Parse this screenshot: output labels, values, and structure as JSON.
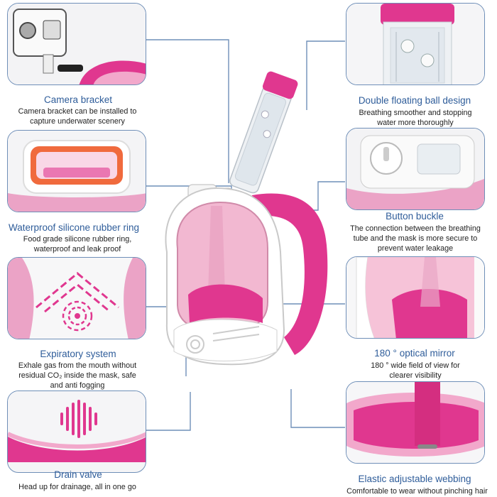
{
  "features": {
    "camera_bracket": {
      "title": "Camera bracket",
      "desc1": "Camera bracket can be installed to",
      "desc2": "capture underwater scenery"
    },
    "silicone_ring": {
      "title": "Waterproof silicone rubber ring",
      "desc1": "Food grade silicone rubber ring,",
      "desc2": "waterproof and leak proof"
    },
    "expiratory": {
      "title": "Expiratory system",
      "desc1": "Exhale gas from the mouth without",
      "desc2": "residual CO₂ inside the mask, safe",
      "desc3": "and anti fogging"
    },
    "drain_valve": {
      "title": "Drain valve",
      "desc1": "Head up for drainage, all in one go"
    },
    "floating_ball": {
      "title": "Double floating ball design",
      "desc1": "Breathing smoother and stopping",
      "desc2": "water more thoroughly"
    },
    "button_buckle": {
      "title": "Button buckle",
      "desc1": "The connection between the breathing",
      "desc2": "tube and the mask is more secure to",
      "desc3": "prevent water leakage"
    },
    "optical_mirror": {
      "title": "180 ° optical mirror",
      "desc1": "180 ° wide field of view for",
      "desc2": "clearer visibility"
    },
    "webbing": {
      "title": "Elastic adjustable webbing",
      "desc1": "Comfortable to wear without pinching hair"
    }
  },
  "colors": {
    "accent_pink": "#e0378f",
    "light_pink": "#f4a3c9",
    "border_blue": "#6f8fb8",
    "title_blue": "#2f5d9a"
  }
}
